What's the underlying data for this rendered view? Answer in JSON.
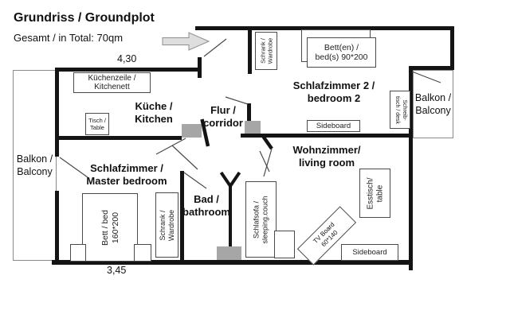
{
  "header": {
    "title": "Grundriss / Groundplot",
    "subtitle": "Gesamt / in Total: 70qm"
  },
  "dimensions": {
    "top_width": "4,30",
    "bottom_width": "3,45"
  },
  "rooms": {
    "kitchen": {
      "line1": "Küche /",
      "line2": "Kitchen"
    },
    "corridor": {
      "line1": "Flur /",
      "line2": "corridor"
    },
    "bedroom2": {
      "line1": "Schlafzimmer 2 /",
      "line2": "bedroom 2"
    },
    "master_bedroom": {
      "line1": "Schlafzimmer /",
      "line2": "Master bedroom"
    },
    "bathroom": {
      "line1": "Bad /",
      "line2": "bathroom"
    },
    "living_room": {
      "line1": "Wohnzimmer/",
      "line2": "living room"
    },
    "balcony_left": {
      "line1": "Balkon /",
      "line2": "Balcony"
    },
    "balcony_right": {
      "line1": "Balkon /",
      "line2": "Balcony"
    }
  },
  "furniture": {
    "kitchenette": {
      "line1": "Küchenzeile /",
      "line2": "Kitchenett"
    },
    "kitchen_table": {
      "line1": "Tisch /",
      "line2": "Table"
    },
    "hall_wardrobe": {
      "line1": "Schrank /",
      "line2": "Wardrobe"
    },
    "bedroom2_beds": {
      "line1": "Bett(en) /",
      "line2": "bed(s) 90*200"
    },
    "bedroom2_sideboard": {
      "label": "Sideboard"
    },
    "desk": {
      "line1": "Schreib-",
      "line2": "tisch / desk"
    },
    "master_bed": {
      "line1": "Bett / bed",
      "line2": "160*200"
    },
    "master_wardrobe": {
      "line1": "Schrank /",
      "line2": "Wardrobe"
    },
    "sleeping_couch": {
      "line1": "Schlafsofa /",
      "line2": "sleeping.couch"
    },
    "dining_table": {
      "line1": "Esstisch/",
      "line2": "table"
    },
    "tv_board": {
      "line1": "TV Board",
      "line2": "60*140"
    },
    "living_sideboard": {
      "label": "Sideboard"
    }
  },
  "colors": {
    "wall": "#141414",
    "door_marker": "#a6a6a6",
    "arrow_fill": "#dedede",
    "arrow_stroke": "#8f8f8f"
  }
}
